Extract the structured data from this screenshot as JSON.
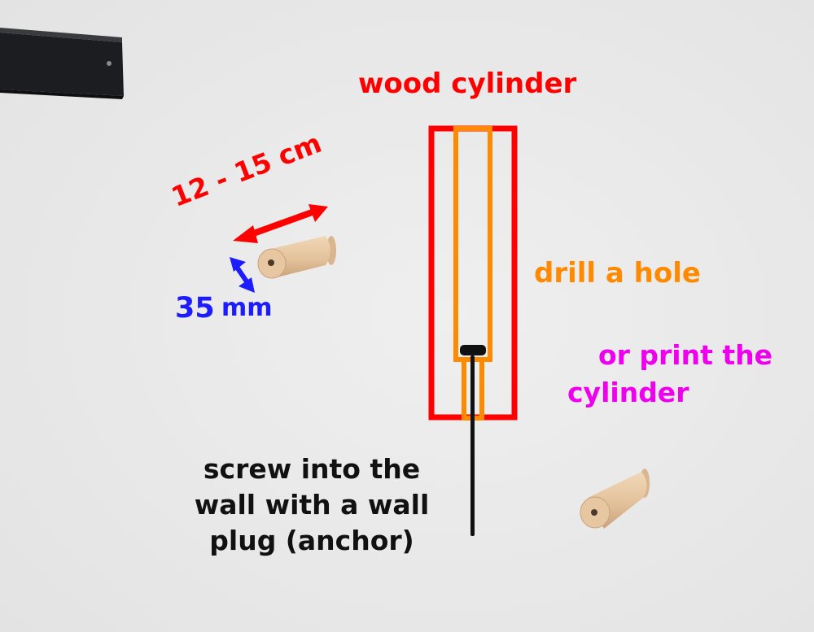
{
  "colors": {
    "wood_outline": "#ff0000",
    "hole_outline": "#ff8a00",
    "dimension_length": "#ff0000",
    "dimension_diameter": "#1c1cff",
    "print_text": "#ee00ee",
    "screw": "#111111",
    "wall": "#e9e9e9",
    "wood": "#e8c9a3",
    "shelf": "#1c1d20"
  },
  "labels": {
    "wood_cylinder": "wood cylinder",
    "drill_hole": "drill a hole",
    "print_line1": "or print the",
    "print_line2": "cylinder",
    "length": "12 - 15 cm",
    "diameter_value": "35",
    "diameter_unit": "mm",
    "screw_line1": "screw into the",
    "screw_line2": "wall with a wall",
    "screw_line3": "plug (anchor)"
  },
  "icons": {
    "length_arrow": "double-headed-arrow-icon",
    "diameter_arrow": "double-headed-arrow-icon"
  }
}
